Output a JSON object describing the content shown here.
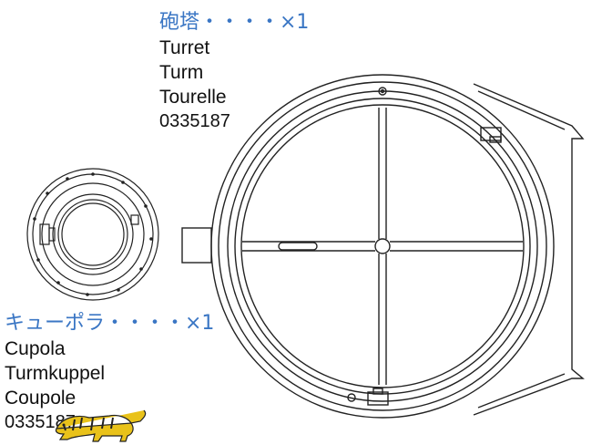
{
  "turret": {
    "jp_name": "砲塔・・・・×1",
    "en_name": "Turret",
    "de_name": "Turm",
    "fr_name": "Tourelle",
    "part_number": "0335187"
  },
  "cupola": {
    "jp_name": "キューポラ・・・・×1",
    "en_name": "Cupola",
    "de_name": "Turmkuppel",
    "fr_name": "Coupole",
    "part_number": "0335187"
  },
  "colors": {
    "japanese_text": "#3a76c4",
    "line_art": "#222222",
    "logo_fill": "#e9c21a"
  },
  "logo": {
    "icon": "tiger-icon"
  }
}
